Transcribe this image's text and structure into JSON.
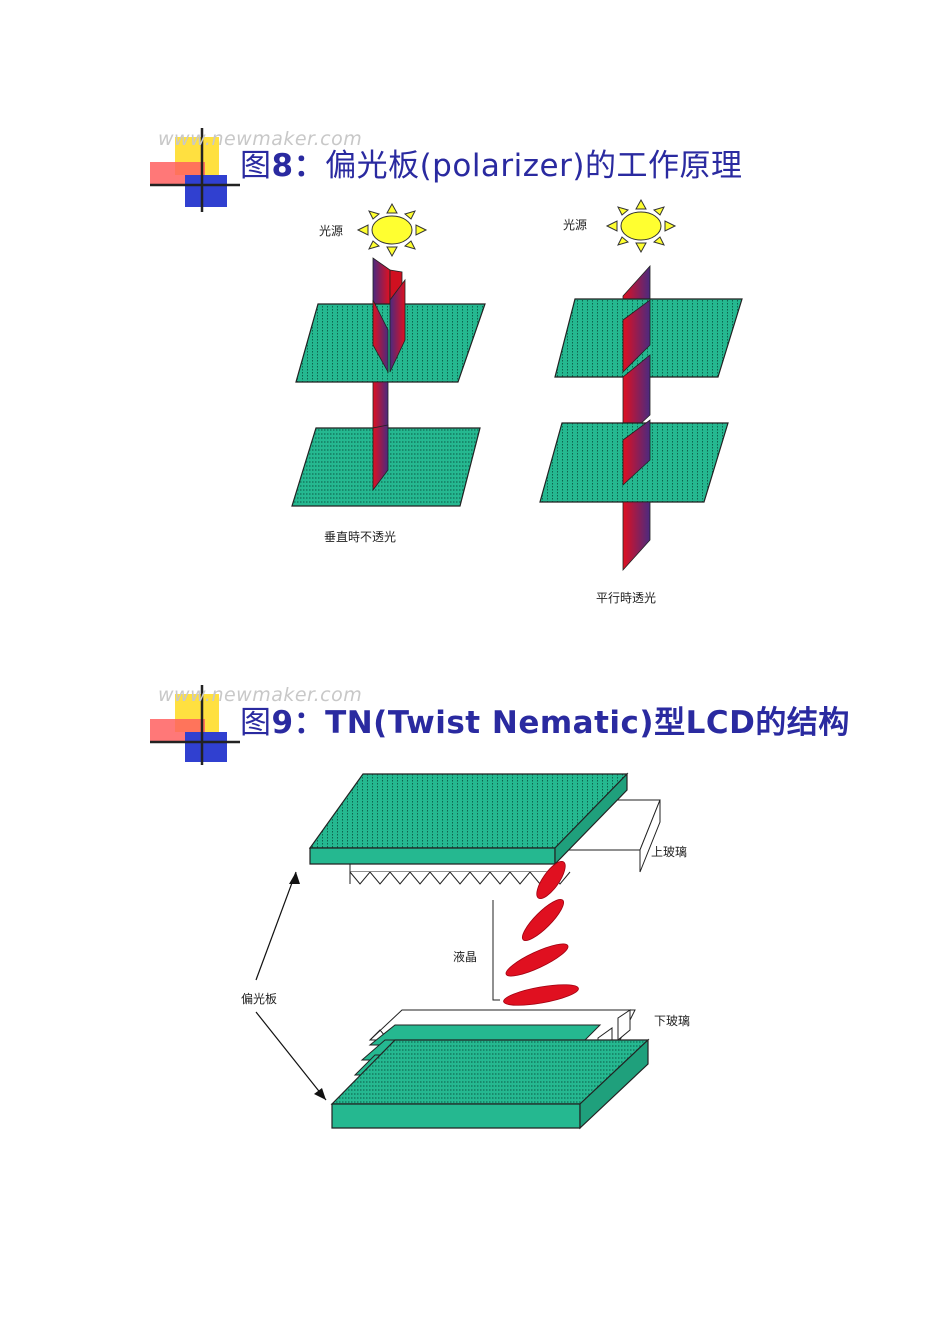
{
  "watermark": "www.newmaker.com",
  "figure8": {
    "title_prefix": "图",
    "title_number": "8：",
    "title_text": "偏光板(polarizer)的工作原理",
    "left": {
      "source_label": "光源",
      "caption": "垂直時不透光"
    },
    "right": {
      "source_label": "光源",
      "caption": "平行時透光"
    }
  },
  "figure9": {
    "title_prefix": "图",
    "title_number": "9：",
    "title_text": "TN(Twist Nematic)型LCD的结构",
    "labels": {
      "upper_glass": "上玻璃",
      "liquid_crystal": "液晶",
      "polarizer": "偏光板",
      "lower_glass": "下玻璃"
    }
  },
  "colors": {
    "polarizer_green": "#25b890",
    "title_blue": "#2a2aa0",
    "wave_red": "#e01020",
    "wave_purple": "#4a2a80",
    "sun_yellow": "#ffff30"
  }
}
